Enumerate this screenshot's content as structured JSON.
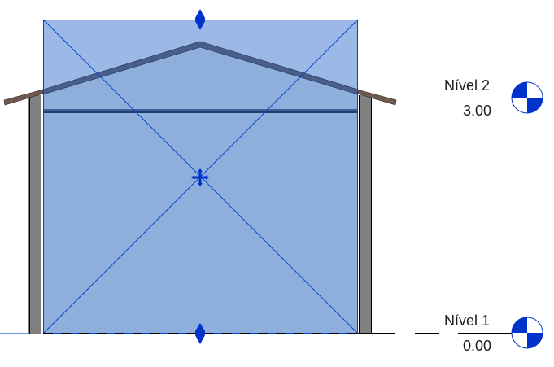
{
  "view": {
    "type": "elevation-section",
    "colors": {
      "selection_fill": "#8eaedb",
      "selection_fill_upper": "#9bb8e6",
      "selection_border": "#0044cc",
      "roof": "#4a5e8a",
      "roof_outside": "#6e5a4e",
      "wall": "#808080",
      "beam": "#1c3f78",
      "level_symbol": "#0033cc",
      "level_line": "#000000"
    }
  },
  "levels": [
    {
      "name": "Nível 2",
      "elevation": "3.00"
    },
    {
      "name": "Nível 1",
      "elevation": "0.00"
    }
  ],
  "selection": {
    "move_handle": "move-icon",
    "top_handle": "resize-vertical-icon",
    "bottom_handle": "resize-vertical-icon"
  }
}
